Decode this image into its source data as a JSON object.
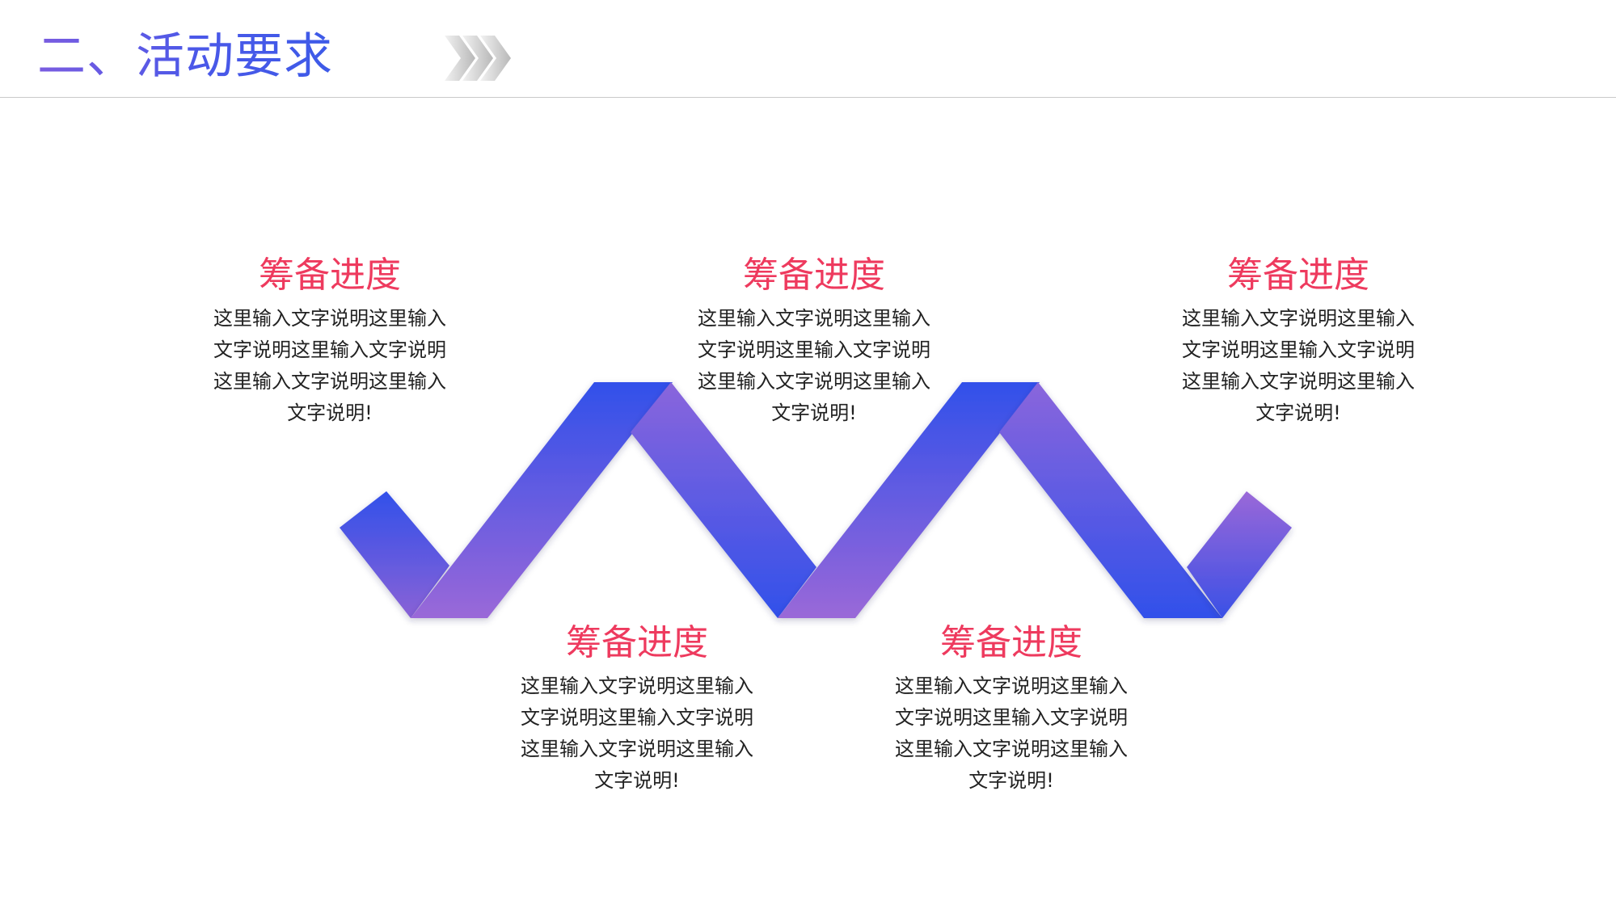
{
  "header": {
    "title": "二、活动要求"
  },
  "colors": {
    "accent_pink": "#ee3a5e",
    "ribbon_blue": "#3a4fe6",
    "ribbon_purple": "#9b6ad8",
    "title_gradient_start": "#7a5ce0",
    "title_gradient_end": "#3d5ae8"
  },
  "steps": [
    {
      "title": "筹备进度",
      "text": "这里输入文字说明这里输入\n文字说明这里输入文字说明\n这里输入文字说明这里输入\n文字说明!"
    },
    {
      "title": "筹备进度",
      "text": "这里输入文字说明这里输入\n文字说明这里输入文字说明\n这里输入文字说明这里输入\n文字说明!"
    },
    {
      "title": "筹备进度",
      "text": "这里输入文字说明这里输入\n文字说明这里输入文字说明\n这里输入文字说明这里输入\n文字说明!"
    },
    {
      "title": "筹备进度",
      "text": "这里输入文字说明这里输入\n文字说明这里输入文字说明\n这里输入文字说明这里输入\n文字说明!"
    },
    {
      "title": "筹备进度",
      "text": "这里输入文字说明这里输入\n文字说明这里输入文字说明\n这里输入文字说明这里输入\n文字说明!"
    }
  ]
}
